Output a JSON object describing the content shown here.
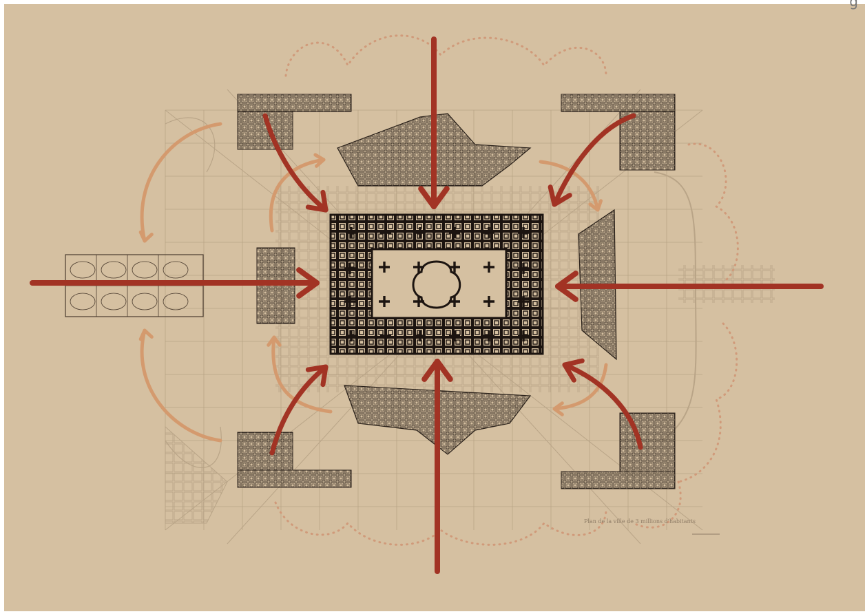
{
  "page": {
    "corner_text": "g",
    "background_color": "#d5c0a1",
    "frame_color": "#ffffff"
  },
  "plan": {
    "caption": "Plan de la ville de 3 millions d'habitants",
    "ink_color": "#1c1410",
    "faint_color": "#b6a285"
  },
  "arrows": {
    "primary_color": "#a23324",
    "secondary_color": "#d49a6e",
    "boundary_color": "#d09a7a",
    "main": [
      {
        "name": "arrow-north",
        "direction": "inward"
      },
      {
        "name": "arrow-south",
        "direction": "inward"
      },
      {
        "name": "arrow-west",
        "direction": "inward"
      },
      {
        "name": "arrow-east",
        "direction": "inward"
      }
    ],
    "curved": [
      {
        "name": "arrow-northwest",
        "direction": "inward"
      },
      {
        "name": "arrow-northeast",
        "direction": "inward"
      },
      {
        "name": "arrow-southwest",
        "direction": "inward"
      },
      {
        "name": "arrow-southeast",
        "direction": "inward"
      }
    ]
  }
}
